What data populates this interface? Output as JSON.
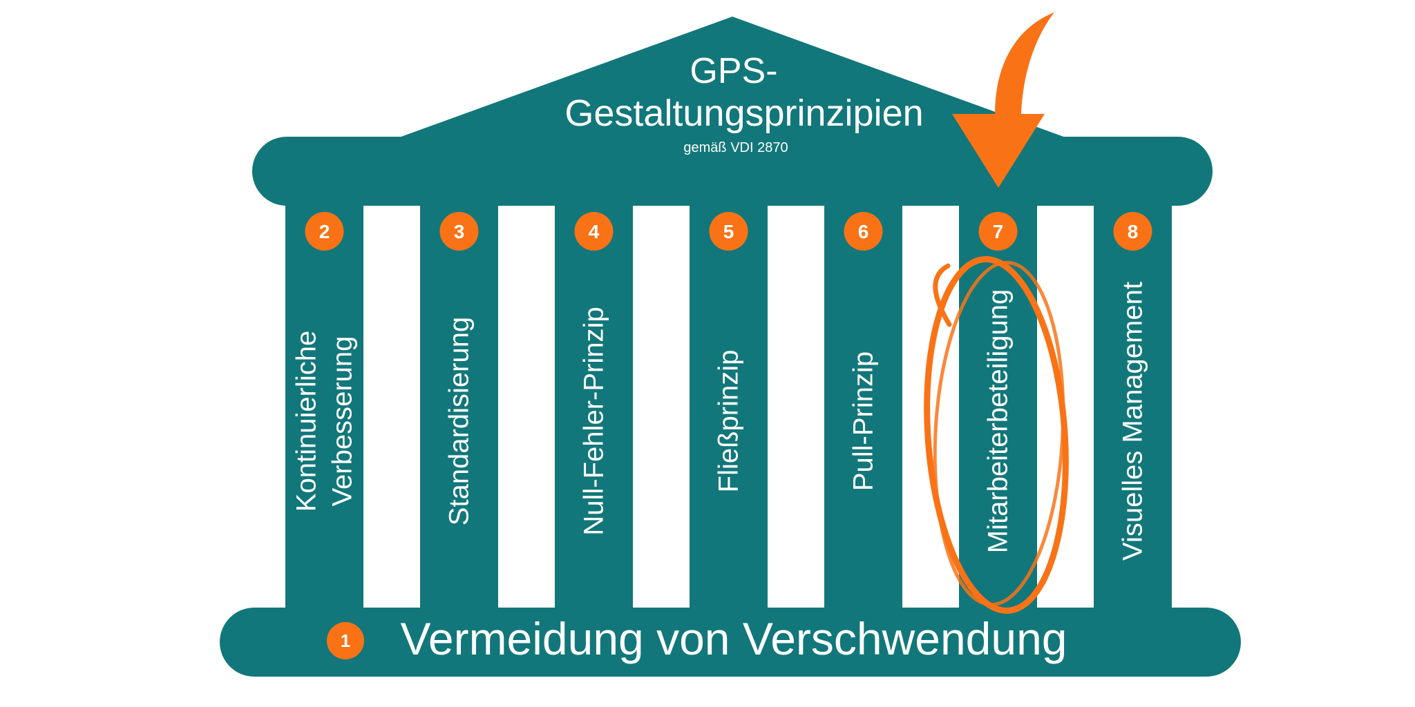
{
  "title": {
    "line1": "GPS-",
    "line2": "Gestaltungsprinzipien",
    "subtitle": "gemäß VDI 2870"
  },
  "base": {
    "number": "1",
    "label": "Vermeidung von Verschwendung"
  },
  "pillars": [
    {
      "number": "2",
      "lines": [
        "Kontinuierliche",
        "Verbesserung"
      ]
    },
    {
      "number": "3",
      "lines": [
        "Standardisierung"
      ]
    },
    {
      "number": "4",
      "lines": [
        "Null-Fehler-Prinzip"
      ]
    },
    {
      "number": "5",
      "lines": [
        "Fließprinzip"
      ]
    },
    {
      "number": "6",
      "lines": [
        "Pull-Prinzip"
      ]
    },
    {
      "number": "7",
      "lines": [
        "Mitarbeiterbeteiligung"
      ],
      "highlighted": true
    },
    {
      "number": "8",
      "lines": [
        "Visuelles Management"
      ]
    }
  ],
  "colors": {
    "teal": "#12777a",
    "orange": "#f97316",
    "text": "#ffffff"
  }
}
